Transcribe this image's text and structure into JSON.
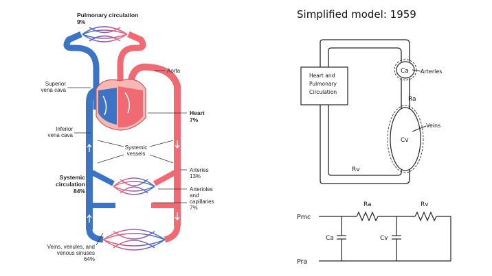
{
  "left_diagram": {
    "pulmonary_label": "Pulmonary circulation",
    "pulmonary_pct": "9%",
    "aorta": "Aorta",
    "superior_vc": [
      "Superior",
      "vena cava"
    ],
    "inferior_vc": [
      "Inferior",
      "vena cava"
    ],
    "heart_label": "Heart",
    "heart_pct": "7%",
    "systemic_vessels": [
      "Systemic",
      "vessels"
    ],
    "systemic_circ": [
      "Systemic",
      "circulation",
      "84%"
    ],
    "arteries": [
      "Arteries",
      "13%"
    ],
    "arterioles": [
      "Arterioles",
      "and",
      "capillaries",
      "7%"
    ],
    "veins": [
      "Veins, venules, and",
      "venous sinuses",
      "64%"
    ],
    "colors": {
      "arterial": "#ef6a73",
      "venous": "#3b74c4",
      "capillary": "#9b5aa8"
    }
  },
  "right_diagram": {
    "title": "Simplified model: 1959",
    "heart_box": [
      "Heart and",
      "Pulmonary",
      "Circulation"
    ],
    "ca": "Ca",
    "arteries": "Arteries",
    "ra": "Ra",
    "cv": "Cv",
    "veins": "Veins",
    "rv": "Rv"
  },
  "circuit": {
    "pmc": "Pmc",
    "pra": "Pra",
    "ra": "Ra",
    "rv": "Rv",
    "ca": "Ca",
    "cv": "Cv"
  }
}
